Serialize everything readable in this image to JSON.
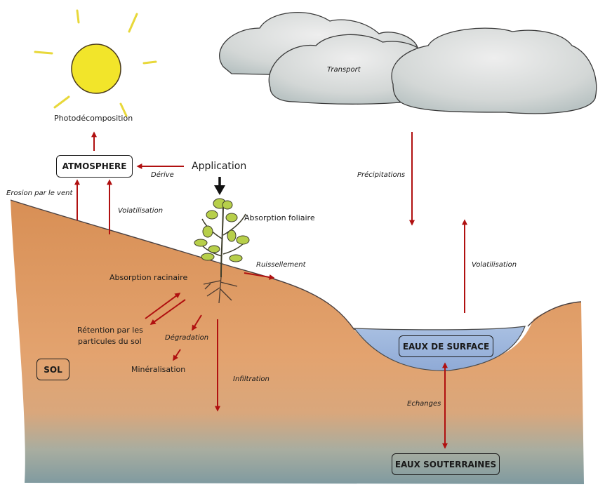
{
  "title": "Devenir des pesticides dans l'environnement",
  "colors": {
    "arrow": "#b01010",
    "black_arrow": "#111111",
    "soil": "#dd9a62",
    "soil_dark": "#c97b40",
    "water_surface": "#9db7dc",
    "groundwater": "#7f9aa0",
    "cloud": "#d7dbdb",
    "sun": "#f2e52a",
    "plant": "#b7cf4a"
  },
  "compartments": {
    "atmosphere": "ATMOSPHERE",
    "sol": "SOL",
    "eaux_surface": "EAUX DE SURFACE",
    "eaux_souterraines": "EAUX SOUTERRAINES"
  },
  "labels": {
    "photodecomposition": "Photodécomposition",
    "transport": "Transport",
    "application": "Application",
    "derive": "Dérive",
    "erosion_vent": "Erosion par le vent",
    "volatilisation_sol": "Volatilisation",
    "absorption_foliaire": "Absorption foliaire",
    "ruissellement": "Ruissellement",
    "absorption_racinaire": "Absorption racinaire",
    "retention_line1": "Rétention par les",
    "retention_line2": "particules du sol",
    "degradation": "Dégradation",
    "mineralisation": "Minéralisation",
    "infiltration": "Infiltration",
    "precipitations": "Précipitations",
    "volatilisation_eau": "Volatilisation",
    "echanges": "Echanges"
  }
}
